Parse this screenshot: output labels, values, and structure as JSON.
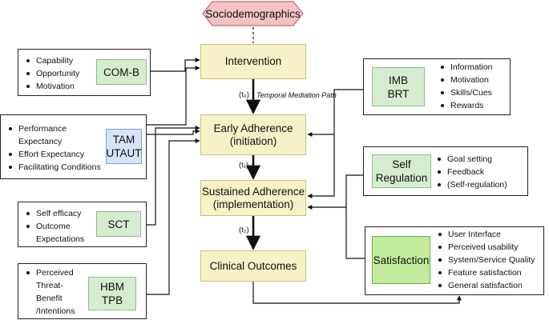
{
  "sociodemographics": "Sociodemographics",
  "flow": {
    "intervention": "Intervention",
    "early_adherence": "Early Adherence\n(initiation)",
    "sustained_adherence": "Sustained Adherence\n(implementation)",
    "clinical_outcomes": "Clinical Outcomes"
  },
  "time_labels": {
    "t0": "(t₀)",
    "t1": "(t₁)",
    "t2": "(t₂)",
    "temporal_path": "Temporal Mediation Path"
  },
  "left_groups": [
    {
      "theory": "COM-B",
      "items": [
        "Capability",
        "Opportunity",
        "Motivation"
      ]
    },
    {
      "theory": "TAM\nUTAUT",
      "items": [
        "Performance",
        "Expectancy",
        "Effort Expectancy",
        "Facilitating Conditions"
      ]
    },
    {
      "theory": "SCT",
      "items": [
        "Self efficacy",
        "Outcome",
        "Expectations"
      ]
    },
    {
      "theory": "HBM\nTPB",
      "items": [
        "Perceived",
        "Threat-",
        "Benefit",
        "/Intentions"
      ]
    }
  ],
  "right_groups": [
    {
      "theory": "IMB\nBRT",
      "items": [
        "Information",
        "Motivation",
        "Skills/Cues",
        "Rewards"
      ]
    },
    {
      "theory": "Self\nRegulation",
      "items": [
        "Goal setting",
        "Feedback",
        "(Self-regulation)"
      ]
    },
    {
      "theory": "Satisfaction",
      "items": [
        "User Interface",
        "Perceived usability",
        "System/Service Quality",
        "Feature satisfaction",
        "General satisfaction"
      ]
    }
  ],
  "colors": {
    "flow_fill": "#f6f1c7",
    "green_fill": "#d6ecd0",
    "blue_fill": "#d7e4f7",
    "satisfaction_fill": "#c2ec9c",
    "sociodemographics_fill": "#f2c2c4"
  }
}
